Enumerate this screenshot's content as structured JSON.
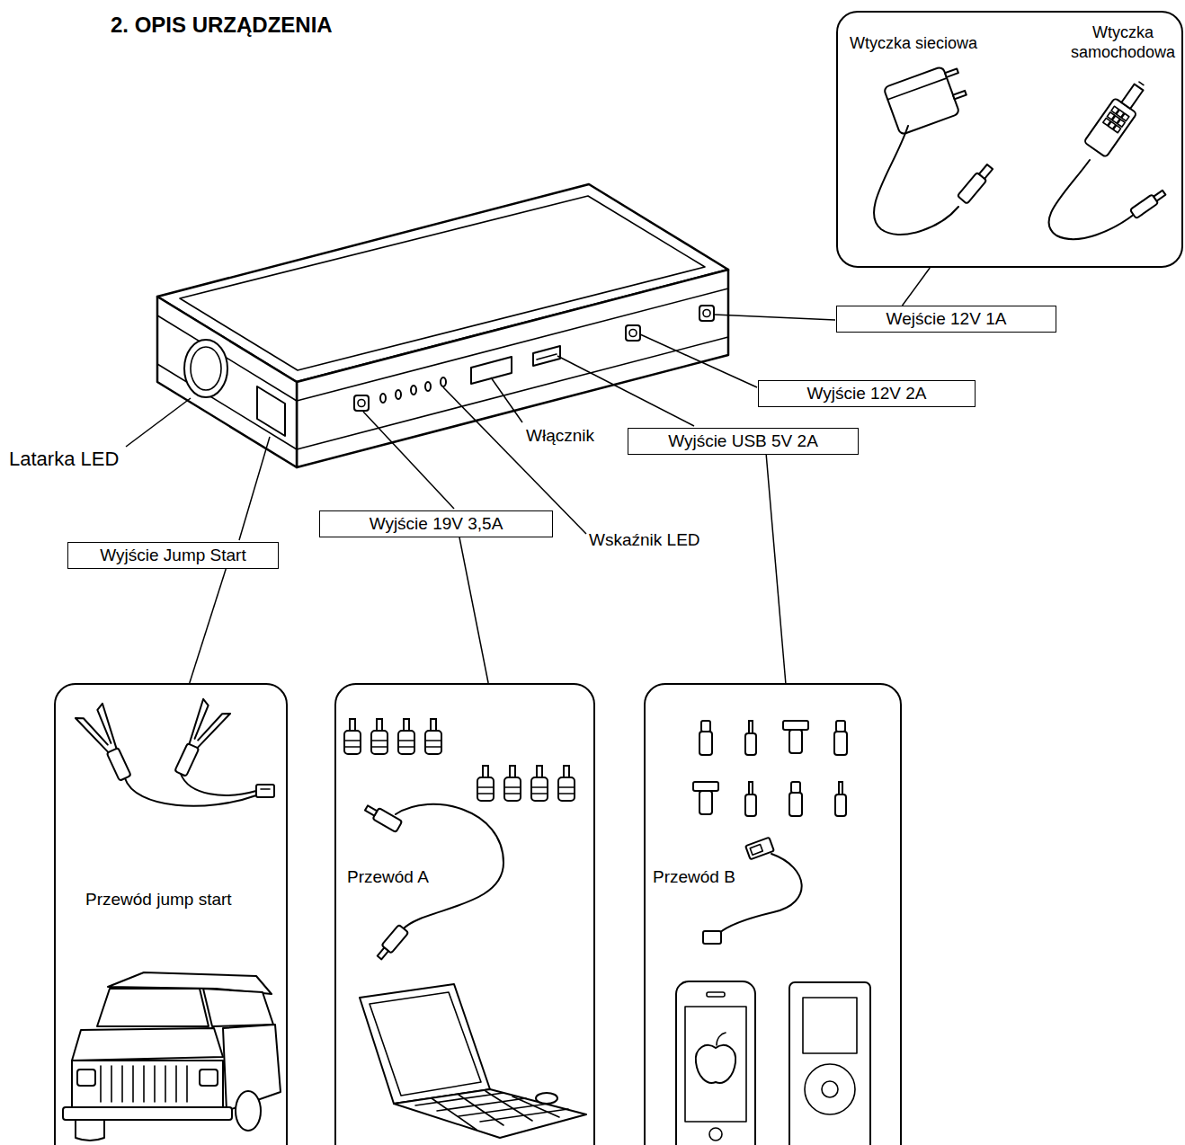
{
  "diagram": {
    "title": "2. OPIS URZĄDZENIA",
    "nodes": [
      {
        "text": [
          "Wtyczka sieciowa",
          "Wtyczka samochodowa"
        ]
      },
      {
        "text": [
          "Wejście 12V 1A"
        ]
      },
      {
        "text": [
          "Wyjście 12V 2A"
        ]
      },
      {
        "text": [
          "Wyjście USB 5V 2A"
        ]
      },
      {
        "text": [
          "Wyjście 19V 3,5A"
        ]
      },
      {
        "text": [
          "Wyjście Jump Start"
        ]
      },
      {
        "text": [
          "Przewód jump start"
        ]
      },
      {
        "text": [
          "Przewód A"
        ]
      },
      {
        "text": [
          "Przewód B"
        ]
      }
    ],
    "edges": [
      {
        "from": 0,
        "to": 1,
        "arrow": "none"
      },
      {
        "from": 5,
        "to": 6,
        "arrow": "none"
      },
      {
        "from": 4,
        "to": 7,
        "arrow": "none"
      },
      {
        "from": 3,
        "to": 8,
        "arrow": "none"
      }
    ],
    "labels": [
      "Latarka LED",
      "Włącznik",
      "Wskaźnik LED"
    ]
  }
}
